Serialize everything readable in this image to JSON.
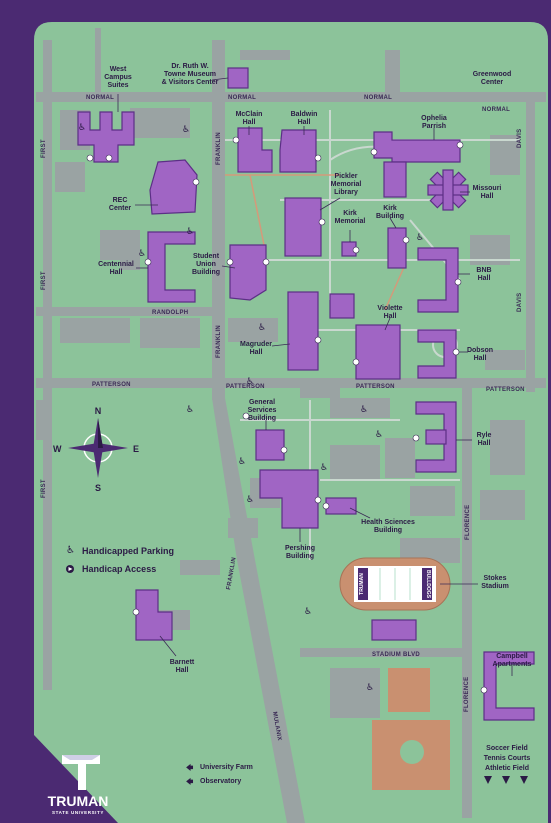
{
  "buildings": {
    "west_campus_suites": "West Campus Suites",
    "towne_museum": "Dr. Ruth W. Towne Museum & Visitors Center",
    "greenwood_center": "Greenwood Center",
    "mcclain_hall": "McClain Hall",
    "baldwin_hall": "Baldwin Hall",
    "ophelia_parrish": "Ophelia Parrish",
    "rec_center": "REC Center",
    "pickler_library": "Pickler Memorial Library",
    "missouri_hall": "Missouri Hall",
    "kirk_memorial": "Kirk Memorial",
    "kirk_building": "Kirk Building",
    "centennial_hall": "Centennial Hall",
    "student_union": "Student Union Building",
    "bnb_hall": "BNB Hall",
    "violette_hall": "Violette Hall",
    "magruder_hall": "Magruder Hall",
    "dobson_hall": "Dobson Hall",
    "general_services": "General Services Building",
    "ryle_hall": "Ryle Hall",
    "health_sciences": "Health Sciences Building",
    "pershing_building": "Pershing Building",
    "stokes_stadium": "Stokes Stadium",
    "barnett_hall": "Barnett Hall",
    "campbell_apartments": "Campbell Apartments"
  },
  "streets": {
    "normal": "NORMAL",
    "first": "FIRST",
    "franklin": "FRANKLIN",
    "davis": "DAVIS",
    "randolph": "RANDOLPH",
    "patterson": "PATTERSON",
    "florence": "FLORENCE",
    "stadium_blvd": "STADIUM BLVD",
    "mulanix": "MULANIX"
  },
  "compass": {
    "n": "N",
    "s": "S",
    "e": "E",
    "w": "W"
  },
  "legend": {
    "handicapped_parking": "Handicapped Parking",
    "handicap_access": "Handicap Access"
  },
  "directions": {
    "university_farm": "University Farm",
    "observatory": "Observatory",
    "soccer_field": "Soccer Field",
    "tennis_courts": "Tennis Courts",
    "athletic_field": "Athletic Field"
  },
  "stadium_field": {
    "left": "TRUMAN",
    "right": "BULLDOGS"
  },
  "logo": {
    "name": "TRUMAN",
    "sub": "STATE UNIVERSITY"
  },
  "colors": {
    "frame": "#4b2a72",
    "grass": "#8cc39a",
    "building": "#a065c4",
    "road": "#9aa3a3"
  }
}
